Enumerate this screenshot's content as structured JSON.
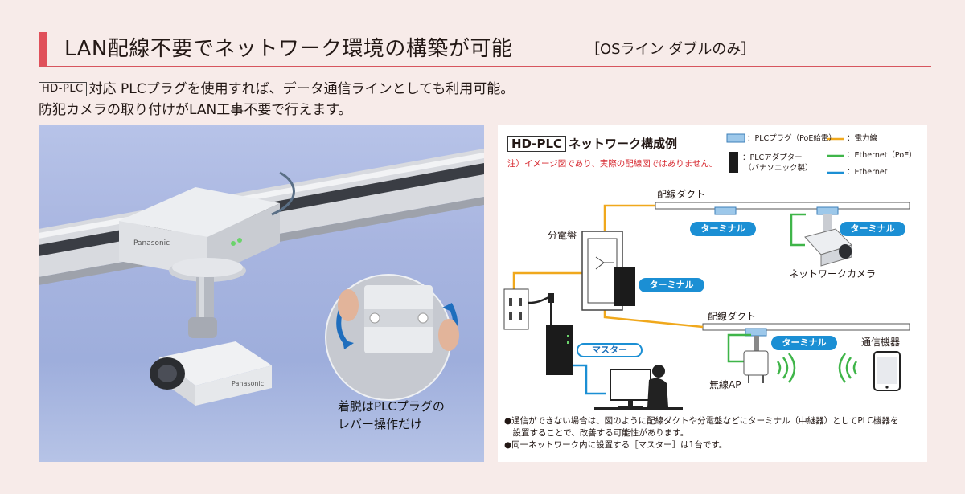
{
  "heading": {
    "title": "LAN配線不要でネットワーク環境の構築が可能",
    "subtitle": "［OSライン ダブルのみ］"
  },
  "intro": {
    "badge": "HD-PLC",
    "line1": "対応 PLCプラグを使用すれば、データ通信ラインとしても利用可能。",
    "line2": "防犯カメラの取り付けがLAN工事不要で行えます。"
  },
  "photo": {
    "caption_line1": "着脱はPLCプラグの",
    "caption_line2": "レバー操作だけ",
    "camera_brand": "Panasonic"
  },
  "diagram": {
    "badge": "HD-PLC",
    "title": "ネットワーク構成例",
    "note": "注）イメージ図であり、実際の配線図ではありません。",
    "legend": {
      "plc_plug": "：PLCプラグ（PoE給電）",
      "plc_adapter_1": "：PLCアダプター",
      "plc_adapter_2": "（パナソニック製）",
      "power_line": "：電力線",
      "ethernet_poe": "：Ethernet（PoE）",
      "ethernet": "：Ethernet"
    },
    "colors": {
      "power_line": "#f0a81c",
      "ethernet_poe": "#3fb549",
      "ethernet": "#1b8fd4",
      "terminal_pill": "#1b8fd4",
      "plug": "#9dc8ea"
    },
    "labels": {
      "duct_top": "配線ダクト",
      "duct_bottom": "配線ダクト",
      "panel": "分電盤",
      "camera": "ネットワークカメラ",
      "wireless_ap": "無線AP",
      "comm_device": "通信機器"
    },
    "terminal_label": "ターミナル",
    "master_label": "マスター",
    "bullets": [
      "●通信ができない場合は、図のように配線ダクトや分電盤などにターミナル（中継器）としてPLC機器を",
      "　設置することで、改善する可能性があります。",
      "●同一ネットワーク内に設置する［マスター］は1台です。"
    ]
  }
}
